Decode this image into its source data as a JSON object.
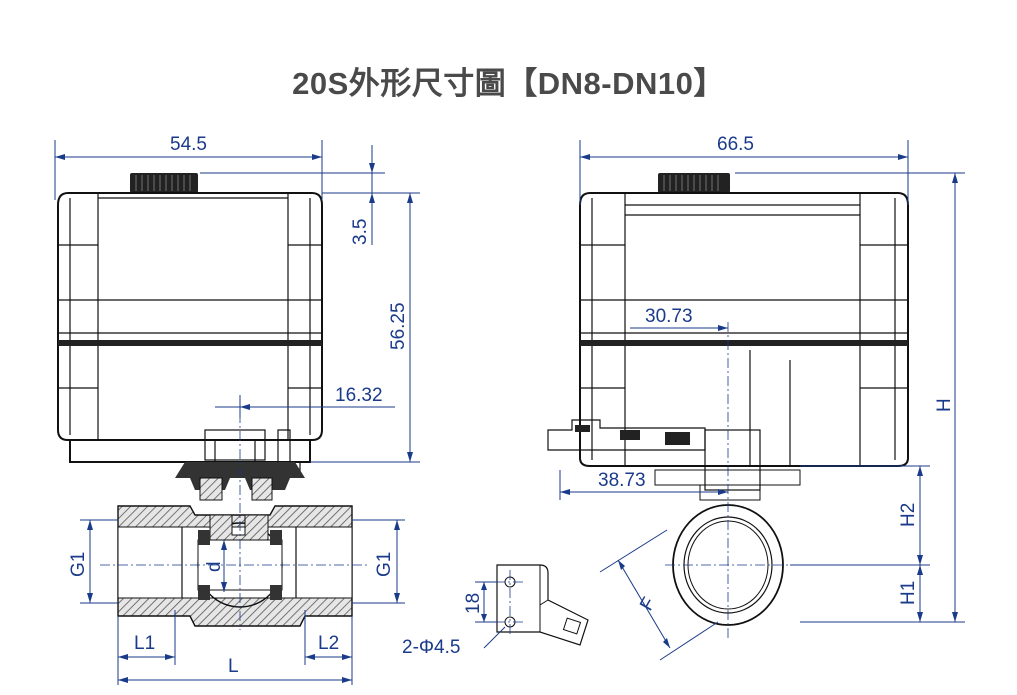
{
  "title": "20S外形尺寸圖【DN8-DN10】",
  "dimensions": {
    "front_width": "54.5",
    "side_width": "66.5",
    "knob_height": "3.5",
    "actuator_height": "56.25",
    "stem_offset": "16.32",
    "offset_a": "30.73",
    "offset_b": "38.73",
    "g1": "G1",
    "d": "d",
    "l1": "L1",
    "l2": "L2",
    "l": "L",
    "h": "H",
    "h1": "H1",
    "h2": "H2",
    "f": "F",
    "bracket_height": "18",
    "holes": "2-Φ4.5"
  },
  "colors": {
    "dimension": "#1a3a8a",
    "outline": "#111111",
    "hatch": "#555555"
  }
}
